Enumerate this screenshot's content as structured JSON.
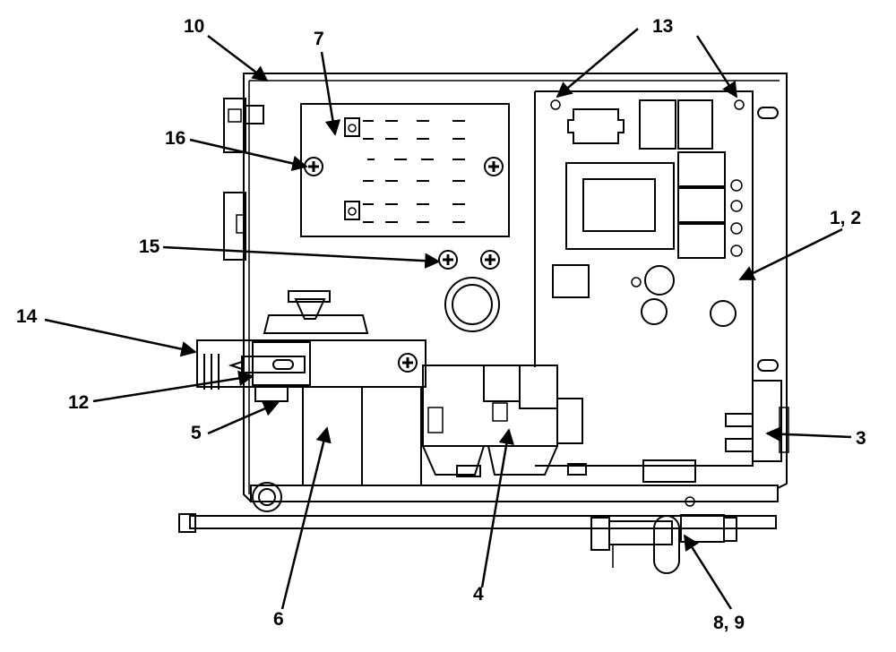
{
  "figure": {
    "callouts": [
      {
        "id": "c10",
        "label": "10"
      },
      {
        "id": "c7",
        "label": "7"
      },
      {
        "id": "c13",
        "label": "13"
      },
      {
        "id": "c16",
        "label": "16"
      },
      {
        "id": "c1-2",
        "label": "1, 2"
      },
      {
        "id": "c15",
        "label": "15"
      },
      {
        "id": "c14",
        "label": "14"
      },
      {
        "id": "c12",
        "label": "12"
      },
      {
        "id": "c5",
        "label": "5"
      },
      {
        "id": "c3",
        "label": "3"
      },
      {
        "id": "c6",
        "label": "6"
      },
      {
        "id": "c4",
        "label": "4"
      },
      {
        "id": "c8-9",
        "label": "8, 9"
      }
    ]
  }
}
